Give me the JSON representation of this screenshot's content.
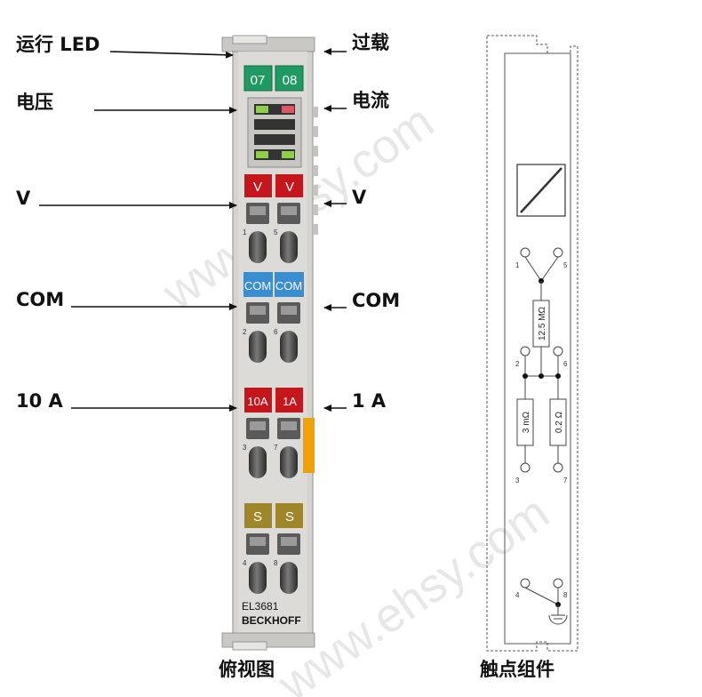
{
  "labels": {
    "left": [
      "运行 LED",
      "电压",
      "V",
      "COM",
      "10 A"
    ],
    "right": [
      "过载",
      "电流",
      "V",
      "COM",
      "1 A"
    ]
  },
  "terminal": {
    "led_tags": [
      "07",
      "08"
    ],
    "row_tags": [
      [
        "V",
        "V"
      ],
      [
        "COM",
        "COM"
      ],
      [
        "10A",
        "1A"
      ],
      [
        "S",
        "S"
      ]
    ],
    "contact_numbers": [
      "1",
      "5",
      "2",
      "6",
      "3",
      "7",
      "4",
      "8"
    ],
    "model": "EL3681",
    "brand": "BECKHOFF"
  },
  "schematic": {
    "node_numbers": [
      "1",
      "5",
      "2",
      "6",
      "3",
      "7",
      "4",
      "8"
    ],
    "resistors": [
      "12.5 MΩ",
      "3 mΩ",
      "0.2 Ω"
    ]
  },
  "captions": {
    "left": "俯视图",
    "right": "触点组件"
  },
  "watermark": "www.ehsy.com",
  "colors": {
    "led_green": "#1f9a63",
    "voltage_red": "#c4161c",
    "com_blue": "#3a8ed0",
    "shield_olive": "#a0862a",
    "housing_gray": "#d5d4d1",
    "orange_bar": "#f2a200"
  }
}
